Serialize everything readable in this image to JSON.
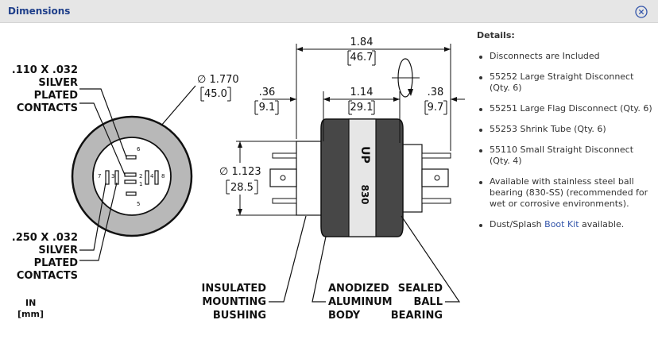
{
  "panel": {
    "title": "Dimensions"
  },
  "details": {
    "heading": "Details:",
    "items": [
      "Disconnects are Included",
      "55252 Large Straight Disconnect (Qty. 6)",
      "55251 Large Flag Disconnect (Qty. 6)",
      "55253 Shrink Tube (Qty. 6)",
      "55110 Small Straight Disconnect (Qty. 4)",
      "Available with stainless steel ball bearing (830-SS) (recommended for wet or corrosive environments)."
    ],
    "last_item": {
      "before": "Dust/Splash ",
      "link": "Boot Kit",
      "after": " available."
    }
  },
  "drawing": {
    "contacts_top": [
      ".110 X .032",
      "SILVER",
      "PLATED",
      "CONTACTS"
    ],
    "contacts_bottom": [
      ".250 X .032",
      "SILVER",
      "PLATED",
      "CONTACTS"
    ],
    "units": [
      "IN",
      "[mm]"
    ],
    "diameter_outer": {
      "in": "∅ 1.770",
      "mm": "45.0"
    },
    "diameter_body": {
      "in": "∅ 1.123",
      "mm": "28.5"
    },
    "overall_length": {
      "in": "1.84",
      "mm": "46.7"
    },
    "left_offset": {
      "in": ".36",
      "mm": "9.1"
    },
    "body_length": {
      "in": "1.14",
      "mm": "29.1"
    },
    "right_offset": {
      "in": ".38",
      "mm": "9.7"
    },
    "body_text": {
      "up": "UP",
      "model": "830"
    },
    "pin_numbers": [
      "1",
      "2",
      "3",
      "4",
      "5",
      "6",
      "7",
      "8"
    ],
    "labels": {
      "bushing": [
        "INSULATED",
        "MOUNTING",
        "BUSHING"
      ],
      "body": [
        "ANODIZED",
        "ALUMINUM",
        "BODY"
      ],
      "bearing": [
        "SEALED",
        "BALL",
        "BEARING"
      ]
    }
  },
  "colors": {
    "title": "#1f3f8a",
    "header_bg": "#e6e6e6",
    "body_dark": "#444444",
    "ring": "#b8b8b8"
  }
}
